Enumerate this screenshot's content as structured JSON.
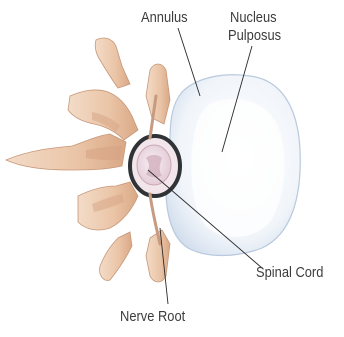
{
  "labels": {
    "annulus": "Annulus",
    "nucleus_line1": "Nucleus",
    "nucleus_line2": "Pulposus",
    "spinal_cord": "Spinal Cord",
    "nerve_root": "Nerve Root"
  },
  "colors": {
    "bone": "#ecc9ae",
    "bone_shadow": "#c99a7a",
    "disc_fill": "#dfe8f4",
    "disc_edge": "#b7c8de",
    "cord_fill": "#ead9e0",
    "dura": "#2f3336",
    "leader_line": "#2a2a2a",
    "label_text": "#3c3c3c"
  }
}
